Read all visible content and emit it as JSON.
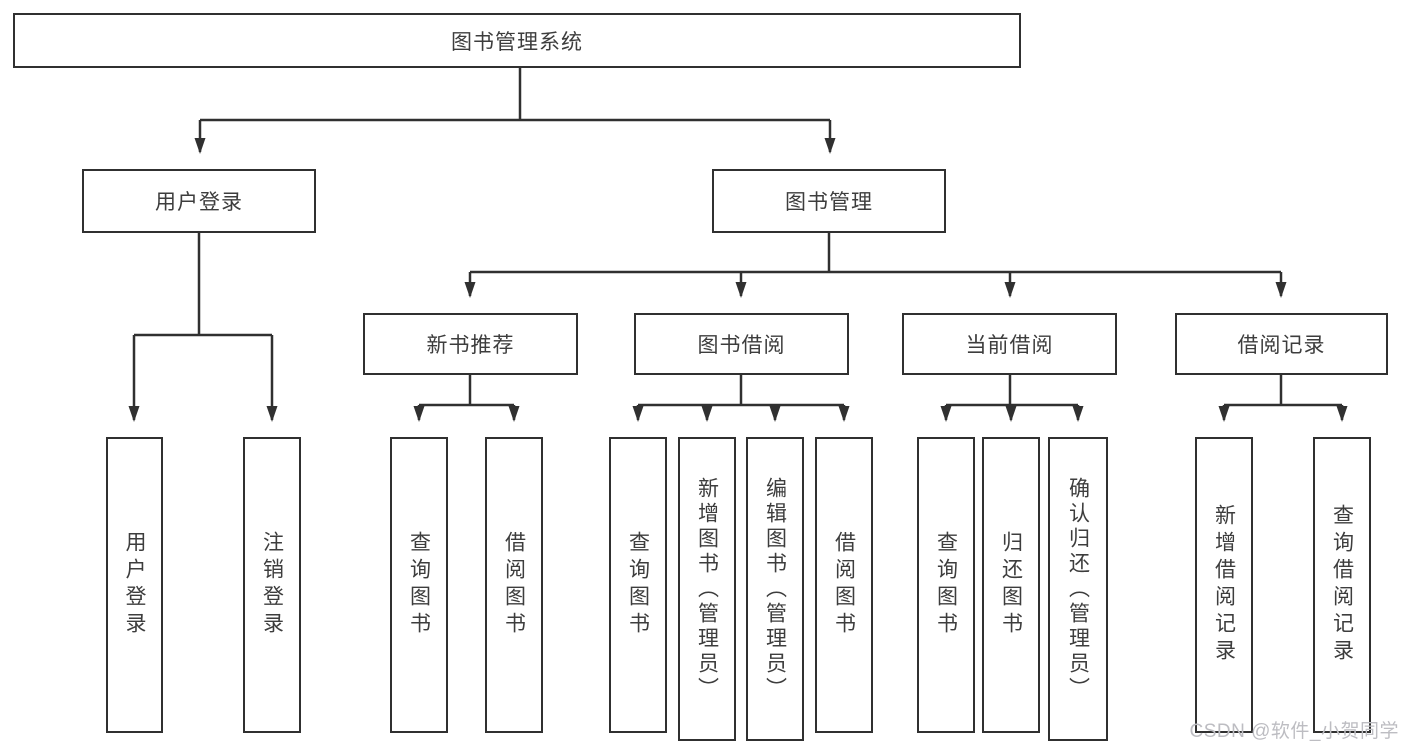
{
  "diagram": {
    "nodes": {
      "root": {
        "label": "图书管理系统"
      },
      "user_login": {
        "label": "用户登录"
      },
      "book_mgmt": {
        "label": "图书管理"
      },
      "new_book": {
        "label": "新书推荐"
      },
      "book_borrow": {
        "label": "图书借阅"
      },
      "current_borrow": {
        "label": "当前借阅"
      },
      "borrow_record": {
        "label": "借阅记录"
      }
    },
    "leaves": [
      {
        "label": "用户登录"
      },
      {
        "label": "注销登录"
      },
      {
        "label": "查询图书"
      },
      {
        "label": "借阅图书"
      },
      {
        "label": "查询图书"
      },
      {
        "label": "新增图书（管理员）"
      },
      {
        "label": "编辑图书（管理员）"
      },
      {
        "label": "借阅图书"
      },
      {
        "label": "查询图书"
      },
      {
        "label": "归还图书"
      },
      {
        "label": "确认归还（管理员）"
      },
      {
        "label": "新增借阅记录"
      },
      {
        "label": "查询借阅记录"
      }
    ]
  },
  "watermark": {
    "text": "CSDN @软件_小贺同学"
  },
  "colors": {
    "line": "#303030",
    "border": "#303030",
    "text": "#3d3d3d",
    "background": "#ffffff",
    "watermark": "#bdbdc2"
  }
}
